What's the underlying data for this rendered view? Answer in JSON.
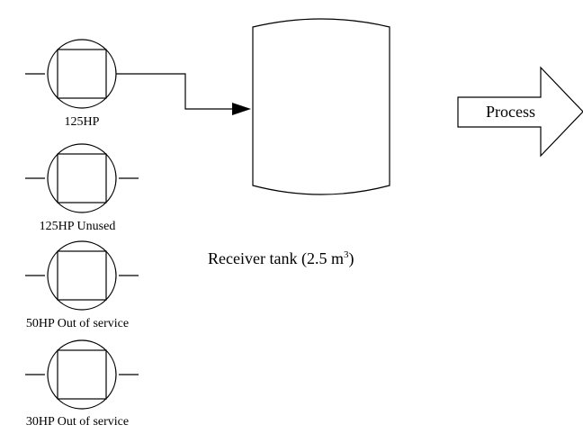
{
  "compressors": [
    {
      "label": "125HP"
    },
    {
      "label": "125HP Unused"
    },
    {
      "label": "50HP Out of service"
    },
    {
      "label": "30HP Out of service"
    }
  ],
  "tank": {
    "label_main": "Receiver tank (2.5 m",
    "label_sup": "3",
    "label_end": ")"
  },
  "process": {
    "label": "Process"
  },
  "colors": {
    "line": "#000000",
    "background": "#ffffff"
  }
}
